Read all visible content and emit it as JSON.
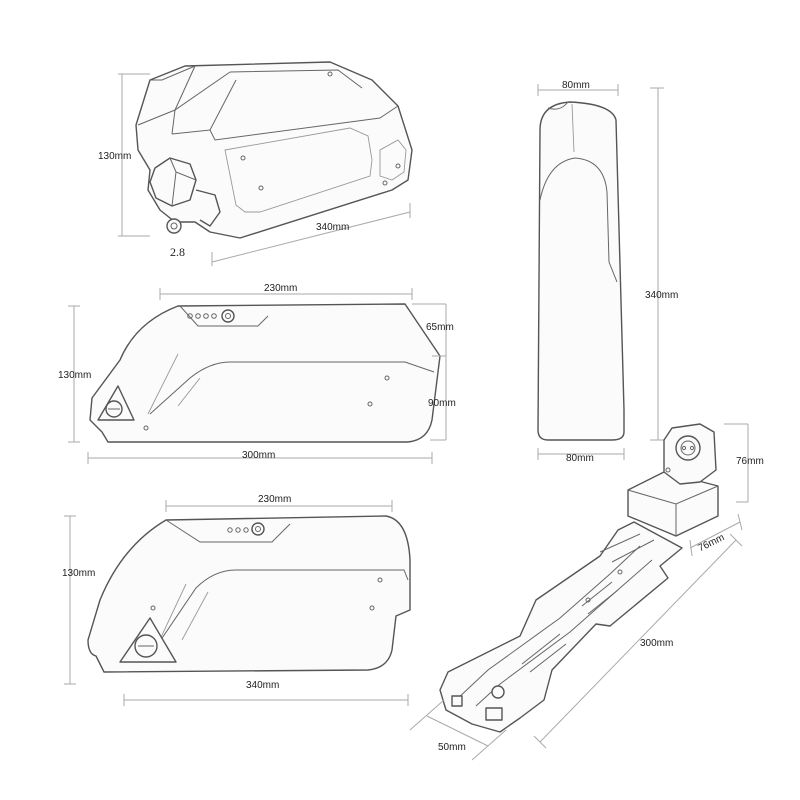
{
  "views": {
    "iso_top": {
      "height": "130mm",
      "length": "340mm",
      "callout": "2.8"
    },
    "front": {
      "height": "340mm",
      "top_width": "80mm",
      "bottom_width": "80mm"
    },
    "side_small": {
      "top_length": "230mm",
      "height": "130mm",
      "bottom_length": "300mm",
      "upper_height": "65mm",
      "lower_height": "90mm"
    },
    "side_large": {
      "top_length": "230mm",
      "height": "130mm",
      "bottom_length": "340mm"
    },
    "mount": {
      "height": "76mm",
      "width": "76mm",
      "length": "300mm",
      "base_width": "50mm"
    }
  }
}
